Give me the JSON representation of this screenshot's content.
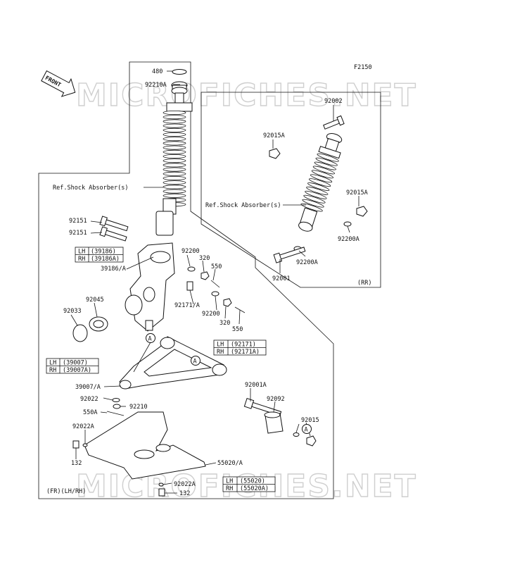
{
  "diagram_code": "F2150",
  "front_label": "FRONT",
  "watermark": "MICROFICHES.NET",
  "ref_shock_absorber": "Ref.Shock Absorber(s)",
  "rear_tag": "(RR)",
  "front_tag": "(FR)(LH/RH)",
  "parts": {
    "p480": "480",
    "p92210A": "92210A",
    "p92002": "92002",
    "p92015A_top": "92015A",
    "p92015A_right": "92015A",
    "p92200A_right": "92200A",
    "p92200A_bottom": "92200A",
    "p92001": "92001",
    "p92151_a": "92151",
    "p92151_b": "92151",
    "p39186A_call": "39186/A",
    "p92200_a": "92200",
    "p320_a": "320",
    "p550_a": "550",
    "p92045": "92045",
    "p92033": "92033",
    "p92171A_call": "92171/A",
    "p92200_b": "92200",
    "p320_b": "320",
    "p550_b": "550",
    "p39007A_call": "39007/A",
    "p92022": "92022",
    "p92210": "92210",
    "p550A": "550A",
    "p92022A_a": "92022A",
    "p132_a": "132",
    "p55020A_call": "55020/A",
    "p92022A_b": "92022A",
    "p132_b": "132",
    "p92001A": "92001A",
    "p92092": "92092",
    "p92015": "92015"
  },
  "callout_A": "A",
  "tables": {
    "t39186": {
      "lh_label": "LH",
      "lh_val": "(39186)",
      "rh_label": "RH",
      "rh_val": "(39186A)"
    },
    "t92171": {
      "lh_label": "LH",
      "lh_val": "(92171)",
      "rh_label": "RH",
      "rh_val": "(92171A)"
    },
    "t39007": {
      "lh_label": "LH",
      "lh_val": "(39007)",
      "rh_label": "RH",
      "rh_val": "(39007A)"
    },
    "t55020": {
      "lh_label": "LH",
      "lh_val": "(55020)",
      "rh_label": "RH",
      "rh_val": "(55020A)"
    }
  }
}
